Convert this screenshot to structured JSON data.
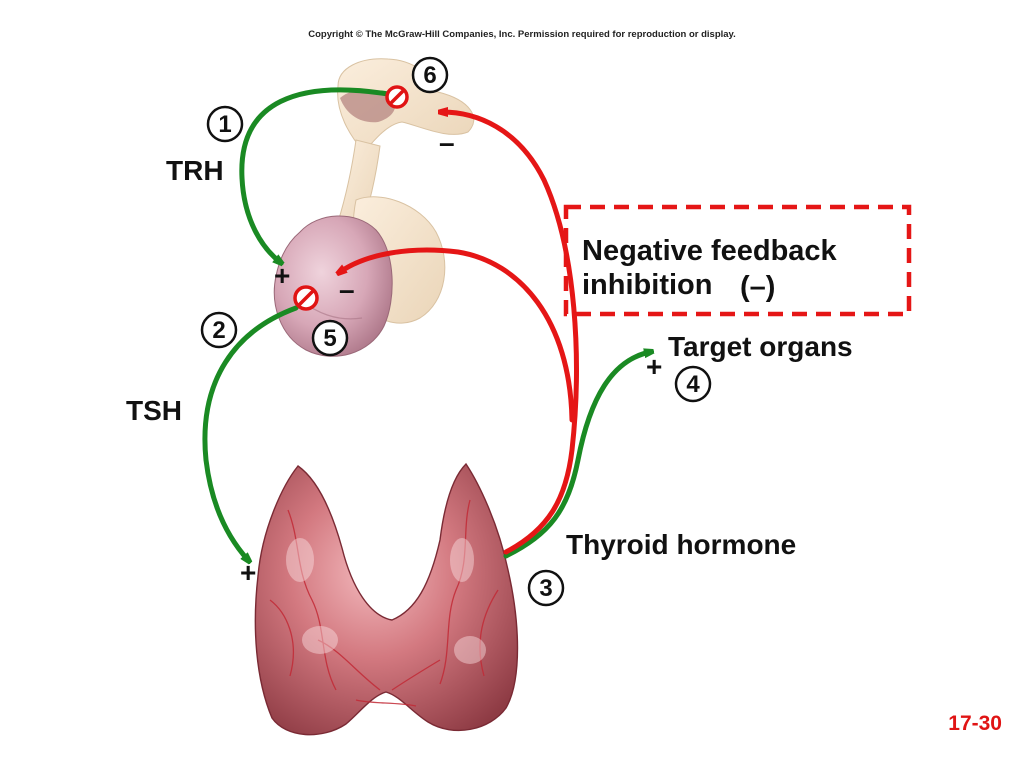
{
  "copyright": "Copyright © The McGraw-Hill Companies, Inc. Permission required for reproduction or display.",
  "labels": {
    "trh": "TRH",
    "tsh": "TSH",
    "thyroid_hormone": "Thyroid hormone",
    "target_organs": "Target organs",
    "feedback_line1": "Negative feedback",
    "feedback_line2": "inhibition",
    "feedback_symbol": "(–)"
  },
  "steps": [
    "1",
    "2",
    "3",
    "4",
    "5",
    "6"
  ],
  "signs": {
    "plus": "+",
    "minus": "–"
  },
  "slide_number": "17-30",
  "colors": {
    "stimulation_arrow": "#1a8a23",
    "inhibition_arrow": "#e51616",
    "feedback_box_border": "#e51616",
    "inhibition_marker": "#e01414",
    "slide_number": "#e01414"
  },
  "icons": {
    "hypothalamus": "hypothalamus-illustration",
    "pituitary": "pituitary-illustration",
    "thyroid": "thyroid-gland-illustration",
    "blocked": "inhibition-circle-icon"
  }
}
